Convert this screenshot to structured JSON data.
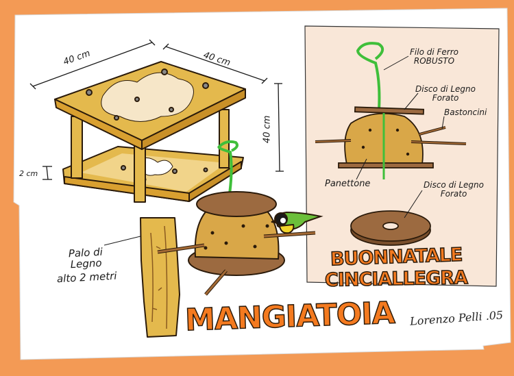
{
  "dimensions": {
    "top_width": "40 cm",
    "top_depth": "40 cm",
    "height": "40 cm",
    "thickness": "2 cm"
  },
  "labels": {
    "wire_line1": "Filo di Ferro",
    "wire_line2": "ROBUSTO",
    "disc_top_line1": "Disco di Legno",
    "disc_top_line2": "Forato",
    "sticks": "Bastoncini",
    "panettone": "Panettone",
    "disc_bottom_line1": "Disco di Legno",
    "disc_bottom_line2": "Forato",
    "pole_line1": "Palo di",
    "pole_line2": "Legno",
    "pole_line3": "alto 2 metri"
  },
  "titles": {
    "greeting_line1": "BUONNATALE",
    "greeting_line2": "CINCIALLEGRA",
    "main": "MANGIATOIA"
  },
  "signature": "Lorenzo Pelli .05",
  "colors": {
    "background": "#f39a55",
    "paper": "#ffffff",
    "panel": "#f9e7d8",
    "wood": "#e4b94d",
    "cake": "#d9a748",
    "disc": "#9c6a40",
    "wire": "#3fbf3a",
    "title": "#f47a1f"
  }
}
